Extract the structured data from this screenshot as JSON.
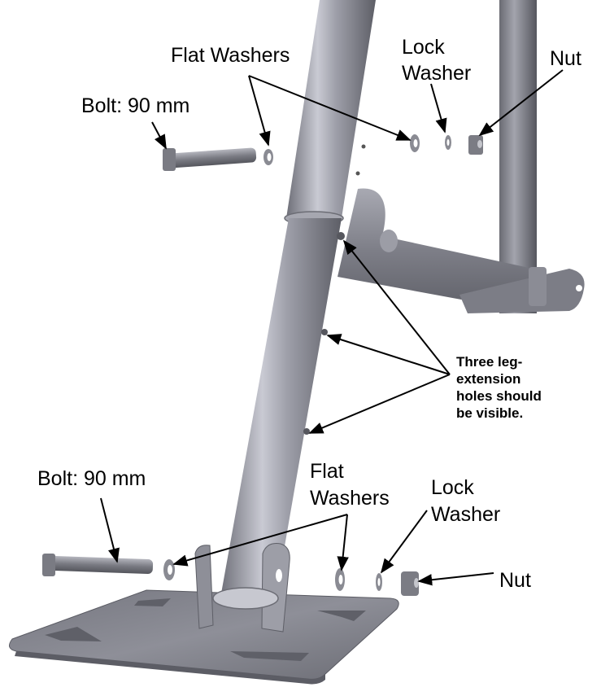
{
  "diagram": {
    "type": "exploded assembly illustration",
    "background": "#ffffff",
    "part_color": "#8a8b94",
    "callout_color": "#000000",
    "upper_fastener_set": {
      "bolt_label": "Bolt: 90 mm",
      "flat_washers_label": "Flat Washers",
      "lock_washer_label_line1": "Lock",
      "lock_washer_label_line2": "Washer",
      "nut_label": "Nut"
    },
    "leg_extension_note": {
      "line1": "Three leg-",
      "line2": "extension",
      "line3": "holes should",
      "line4": "be visible."
    },
    "lower_fastener_set": {
      "bolt_label": "Bolt: 90 mm",
      "flat_washers_label_line1": "Flat",
      "flat_washers_label_line2": "Washers",
      "lock_washer_label_line1": "Lock",
      "lock_washer_label_line2": "Washer",
      "nut_label": "Nut"
    }
  }
}
